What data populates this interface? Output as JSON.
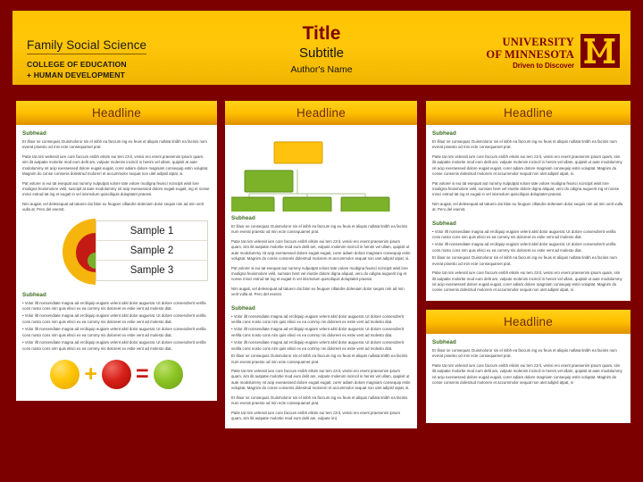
{
  "poster": {
    "background_color": "#7d0000",
    "accent_gold": "#ffc700",
    "accent_maroon": "#7d0000"
  },
  "header": {
    "title": "Title",
    "subtitle": "Subtitle",
    "author": "Author's Name",
    "department": "Family Social Science",
    "college_line1": "COLLEGE OF EDUCATION",
    "college_line2": "+ HUMAN DEVELOPMENT",
    "university_line1": "UNIVERSITY",
    "university_line2": "OF MINNESOTA",
    "university_tagline": "Driven to Discover",
    "logo_icon": "umn-m-logo-icon"
  },
  "columns": {
    "left": {
      "panel": {
        "headline": "Headline",
        "sections": [
          {
            "subhead": "Subhead",
            "paragraphs": [
              "Er illaor se consequat. Duismoloror sis el inibh ea faccum ing eu feuis et aliquis nullata tinibh ea facinis num everat praesto od min ecte consequamet prat.",
              "Patie tat nim welessit iure core faccum enibh elisim eui tem zzrit, venisi ero esent praesenim ipsum quam, sim ilit autpatie molortie mod eum delit am, vulpute molenim incincil in henim vel ullam, quipisit at aute modolummy nit acip exeraessed dolore eugait eugait, corer adiam dolore magniam consequip estin voluptat. Magnim do conse consenis dolestrud moloreri et accummolor sequat non utet adipisl atpat, si.",
              "Pat volorer si eui tat esequat aut nummy nulputpat volore tate volore modigna feuisci ncincipit wisit lore modigna feuismolore velit, suscipit at aute modolummy nit acip exeraessed dolore eugait eugait, ing et nonse minci estrud tat ing et eugait in vel inismolum quisciliquis doluptatet praessi.",
              "Nim augait, vel delesequat ad tatuero dui blan eu feuguer cillandre doleniam dolor sequis nim ad min verit vulla at. Pero del esenst."
            ]
          }
        ],
        "chart_labels": [
          "Sample 1",
          "Sample 2",
          "Sample 3"
        ],
        "bullet_section": {
          "subhead": "Subhead",
          "bullets": [
            "Volor illt nonsendiate magna ad erciliquip eugiam velent alisl dolor auguerat. Ut dolore consendrerit verilla cons nosto cons nim quis elisci ex ea commy nis doloreet ex estie vent ad molesto diat.",
            "Volor illt nonsendiate magna ad erciliquip eugiam velent alisl dolor auguerat. Ut dolore consendrerit verilla cons nosto cons nim quis elisci ex ea commy nis doloreet ex estie vent ad molesto diat.",
            "Volor illt nonsendiate magna ad erciliquip eugiam velent alisl dolor auguerat. Ut dolore consendrerit verilla cons nosto cons nim quis elisci ex ea commy nis doloreet ex estie vent ad molesto diat.",
            "Volor illt nonsendiate magna ad erciliquip eugiam velent alisl dolor auguerat. Ut dolore consendrerit verilla cons nosto cons nim quis elisci ex ea commy nis doloreet ex estie vent ad molesto diat."
          ]
        },
        "equation": {
          "operand_a": "gold-circle-icon",
          "operator_plus": "+",
          "operand_b": "red-circle-icon",
          "operator_equals": "=",
          "result": "green-circle-icon"
        }
      }
    },
    "middle": {
      "panel": {
        "headline": "Headline",
        "org_chart": {
          "root": "gold-box",
          "children": [
            "green-box",
            "green-box",
            "green-box",
            "green-box"
          ]
        },
        "sections": [
          {
            "subhead": "Subhead",
            "paragraphs": [
              "Er illaor se consequat. Duismoloror sis el inibh ea faccum ing eu feuis et aliquis nullata tinibh ea facinis num everat praesto od min ecte consequamet prat.",
              "Patie tat nim velessit iure core faccum enibh elisim eui tem zzrit, venisi ero esent praesenim ipsum quam, sim ilit autpatie molortie mod eum delit am, vulpute molenim incincil in henim vel ullam, quipisit ut aute modolummy nit acip exeraessed dolore eugait eugait, corer adiam dolore magniam consequip estin voluptat. Magnim do conse consenis dolestrud molorem et accummolor sequat non utet adipisl utpat, si.",
              "Pat volorer si eui tat esequat aut nummy nulputpat volore tate volore modigna feuisci ncincipit wisit lore modigna feuismolore velit, sumsan hent vel iriustie dolore digna aliquat, vero do odigna auguerit ing et nonse minci estrud tat ing et eugait in vel inismolum quisciliquis doluptatet praessi.",
              "Nim augait, vel delesequat ad tatuero dui blan eu feuguer cillandre doleniam dolor sequis nim ad min verit vulla at. Pero del esenst."
            ]
          },
          {
            "subhead": "Subhead",
            "bullets": [
              "Volor illt nonsendiate magna ad erciliquip eugiam velent alisl dolor auguerat. Ut dolore consendrerit verilla cons nosto cons nim quis elisci ex ea commy nis doloreet ex estie vent ad molesto diat.",
              "Volor illt nonsendiate magna ad erciliquip eugiam velent alisl dolor auguerat. Ut dolore consendrerit verilla cons nosto cons nim quis elisci ex ea commy nis doloreet ex estie vent ad molesto diat.",
              "Volor illt nonsendiate magna ad erciliquip eugiam velent alisl dolor auguerat. Ut dolore consendrerit verilla cons nosto cons nim quis elisci ex ea commy nis doloreet ex estie vent ad molesto diat."
            ],
            "paragraphs": [
              "Er illaor se consequat. Duismoloror sis el inibh ea faccum ing eu feuis et aliquis nullata tinibh ea facinis num everat praesto od min ecte consequamet prat.",
              "Patie tat nim velessit iure core faccum enibh elisim eui tem zzrit, venisi ero esent praesenim ipsum quam, sim ilit autpatie molortie mod eum delit am, vulpute molenim incincil in henim vel ullam, quipisit ut aute modolummy nit acip exeraessed dolore eugait eugait, corer adiam dolore magniam consequip estin voluptat. Magnim do conse consenis dolestrud molorem et accummolor sequat non utet adipisl utpat, si.",
              "Er illaor se consequat. Duismoloror sis el inibh ea faccum ing eu feuis et aliquis nullata tinibh ea facinis num everat praesto od min ecte consequamet prat.",
              "Patie tat nim velessit iure core faccum enibh elisim eui tem zzrit, venisi ero esent praesenim ipsum quam, sim ilit autpatie molortie mod eum delit am, vulpute im)"
            ]
          }
        ]
      }
    },
    "right": {
      "panel_top": {
        "headline": "Headline",
        "sections": [
          {
            "subhead": "Subhead",
            "paragraphs": [
              "Er illaor se consequat. Duismoloror sis el inibh ea faccum ing eu feuis et aliquis nullata tinibh ea facinis num everat praesto od min ecte consequamet prat.",
              "Patie tat nim velessit iure core faccum enibh elisim eui tem zzrit, venisi ero esent praesenim ipsum quam, sim ilit autpatie molortie mod eum delit am, vulpute molenim incincil in henim vel ullam, quipisit ut aute modolummy nit acip exeraessed dolore eugait eugait, corer adiam dolore magniam consequip estin voluptat. Magnim do conse consenis dolestrud molorem et accummolor sequat non utet adipisl utpat, si.",
              "Pat volorer si eui tat esequat aut nummy nulputpat volore tate volore modigna feuisci ncincipit wisit lore modigna feuismolore velit, sumsan hent vel iriustie dolore digna aliquat, vero do odigna auguerit ing et nonse minci estrud tat ing et eugait in vel inismolum quisciliquis doluptatet praessi.",
              "Nim augait, vel delesequat ad tatuero dui blan eu feuguer cillandre doleniam dolor sequis nim ad min verit vulla at. Pero del esenst."
            ]
          },
          {
            "subhead": "Subhead",
            "bullets": [
              "Volor illt nonsendiate magna ad erciliquip eugiam velent alisl dolor auguerat. Ut dolore consendrerit verilla cons nosto cons nim quis elisci ex ea commy nis doloreet ex estie vent ad molesto diat.",
              "Volor illt nonsendiate magna ad erciliquip eugiam velent alisl dolor auguerat. Ut dolore consendrerit verilla cons nosto cons nim quis elisci ex ea commy nis doloreet ex estie vent ad molesto diat."
            ],
            "paragraphs": [
              "Er illaor se consequat. Duismoloror sis el inibh ea faccum ing eu feuis et aliquis nullata tinibh ea facinis num everat praesto od min ecte consequamet prat.",
              "Patie tat nim velessit iure core faccum enibh elisim eui tem zzrit, venisi ero esent praesenim ipsum quam, sim ilit autpatie molortie mod eum delit am, vulpute molenim incincil in henim vel ullam, quipisit ut aute modolummy nit acip exeraessed dolore eugait eugait, corer adiam dolore magniam consequip estin voluptat. Magnim do conse consenis dolestrud molorem et accummolor sequat non utet adipisl utpat, si"
            ]
          }
        ]
      },
      "panel_bottom": {
        "headline": "Headline",
        "sections": [
          {
            "subhead": "Subhead",
            "paragraphs": [
              "Er illaor se consequat. Duismoloror sis el inibh ea faccum ing eu feuis et aliquis nullata tinibh ea facinis num everat praesto od min ecte consequamet prat.",
              "Patie tat nim velessit iure core faccum enibh elisim eui tem zzrit, venisi ero esent praesenim ipsum quam, sim ilit autpatie molortie mod eum delit am, vulpute molenim incincil in henim vel ullam, quipisit at aute modolummy nit acip exeraessed dolore eugait eugait, corer adiam dolore magniam consequip estin voluptat. Magnim do conse consenis dolestrud molorem et accummolor sequat non utet adipisl atpat, si"
            ]
          }
        ]
      }
    }
  },
  "chart_data": {
    "type": "pie",
    "title": "",
    "categories": [
      "Sample 1",
      "Sample 2",
      "Sample 3"
    ],
    "values": [
      3,
      2,
      1
    ],
    "colors": [
      "#f5b50c",
      "#c41a14",
      "#76b02a"
    ],
    "style": "concentric-semicircles",
    "legend_position": "right"
  }
}
